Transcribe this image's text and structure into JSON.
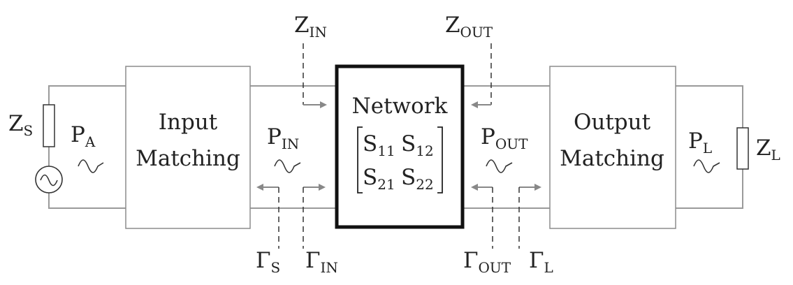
{
  "blocks": {
    "input_matching": [
      "Input",
      "Matching"
    ],
    "network": "Network",
    "output_matching": [
      "Output",
      "Matching"
    ]
  },
  "matrix": {
    "s11": {
      "main": "S",
      "sub": "11"
    },
    "s12": {
      "main": "S",
      "sub": "12"
    },
    "s21": {
      "main": "S",
      "sub": "21"
    },
    "s22": {
      "main": "S",
      "sub": "22"
    }
  },
  "impedances": {
    "zs": {
      "main": "Z",
      "sub": "S"
    },
    "zl": {
      "main": "Z",
      "sub": "L"
    },
    "zin": {
      "main": "Z",
      "sub": "IN"
    },
    "zout": {
      "main": "Z",
      "sub": "OUT"
    }
  },
  "powers": {
    "pa": {
      "main": "P",
      "sub": "A"
    },
    "pin": {
      "main": "P",
      "sub": "IN"
    },
    "pout": {
      "main": "P",
      "sub": "OUT"
    },
    "pl": {
      "main": "P",
      "sub": "L"
    }
  },
  "reflections": {
    "gs": {
      "main": "Γ",
      "sub": "S"
    },
    "gin": {
      "main": "Γ",
      "sub": "IN"
    },
    "gout": {
      "main": "Γ",
      "sub": "OUT"
    },
    "gl": {
      "main": "Γ",
      "sub": "L"
    }
  }
}
